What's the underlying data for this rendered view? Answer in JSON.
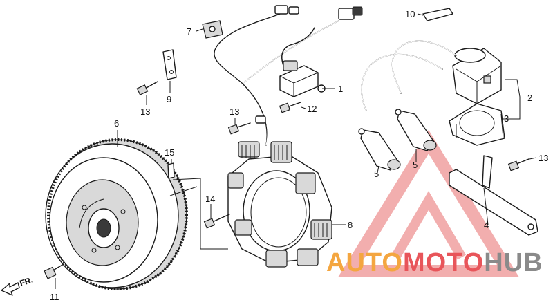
{
  "callouts": [
    {
      "id": "c1",
      "text": "1"
    },
    {
      "id": "c2",
      "text": "2"
    },
    {
      "id": "c3",
      "text": "3"
    },
    {
      "id": "c4",
      "text": "4"
    },
    {
      "id": "c5a",
      "text": "5"
    },
    {
      "id": "c5b",
      "text": "5"
    },
    {
      "id": "c6",
      "text": "6"
    },
    {
      "id": "c7",
      "text": "7"
    },
    {
      "id": "c8",
      "text": "8"
    },
    {
      "id": "c9",
      "text": "9"
    },
    {
      "id": "c10",
      "text": "10"
    },
    {
      "id": "c11",
      "text": "11"
    },
    {
      "id": "c12",
      "text": "12"
    },
    {
      "id": "c13a",
      "text": "13"
    },
    {
      "id": "c13b",
      "text": "13"
    },
    {
      "id": "c13c",
      "text": "13"
    },
    {
      "id": "c14",
      "text": "14"
    },
    {
      "id": "c15",
      "text": "15"
    }
  ],
  "direction_marker": {
    "text": "FR."
  },
  "watermark": {
    "part1": "AUTO",
    "part2": "MOTO",
    "part3": "HUB",
    "colors": {
      "orange": "#f4a640",
      "red": "#e8555a",
      "gray": "#8a8a8a"
    }
  }
}
